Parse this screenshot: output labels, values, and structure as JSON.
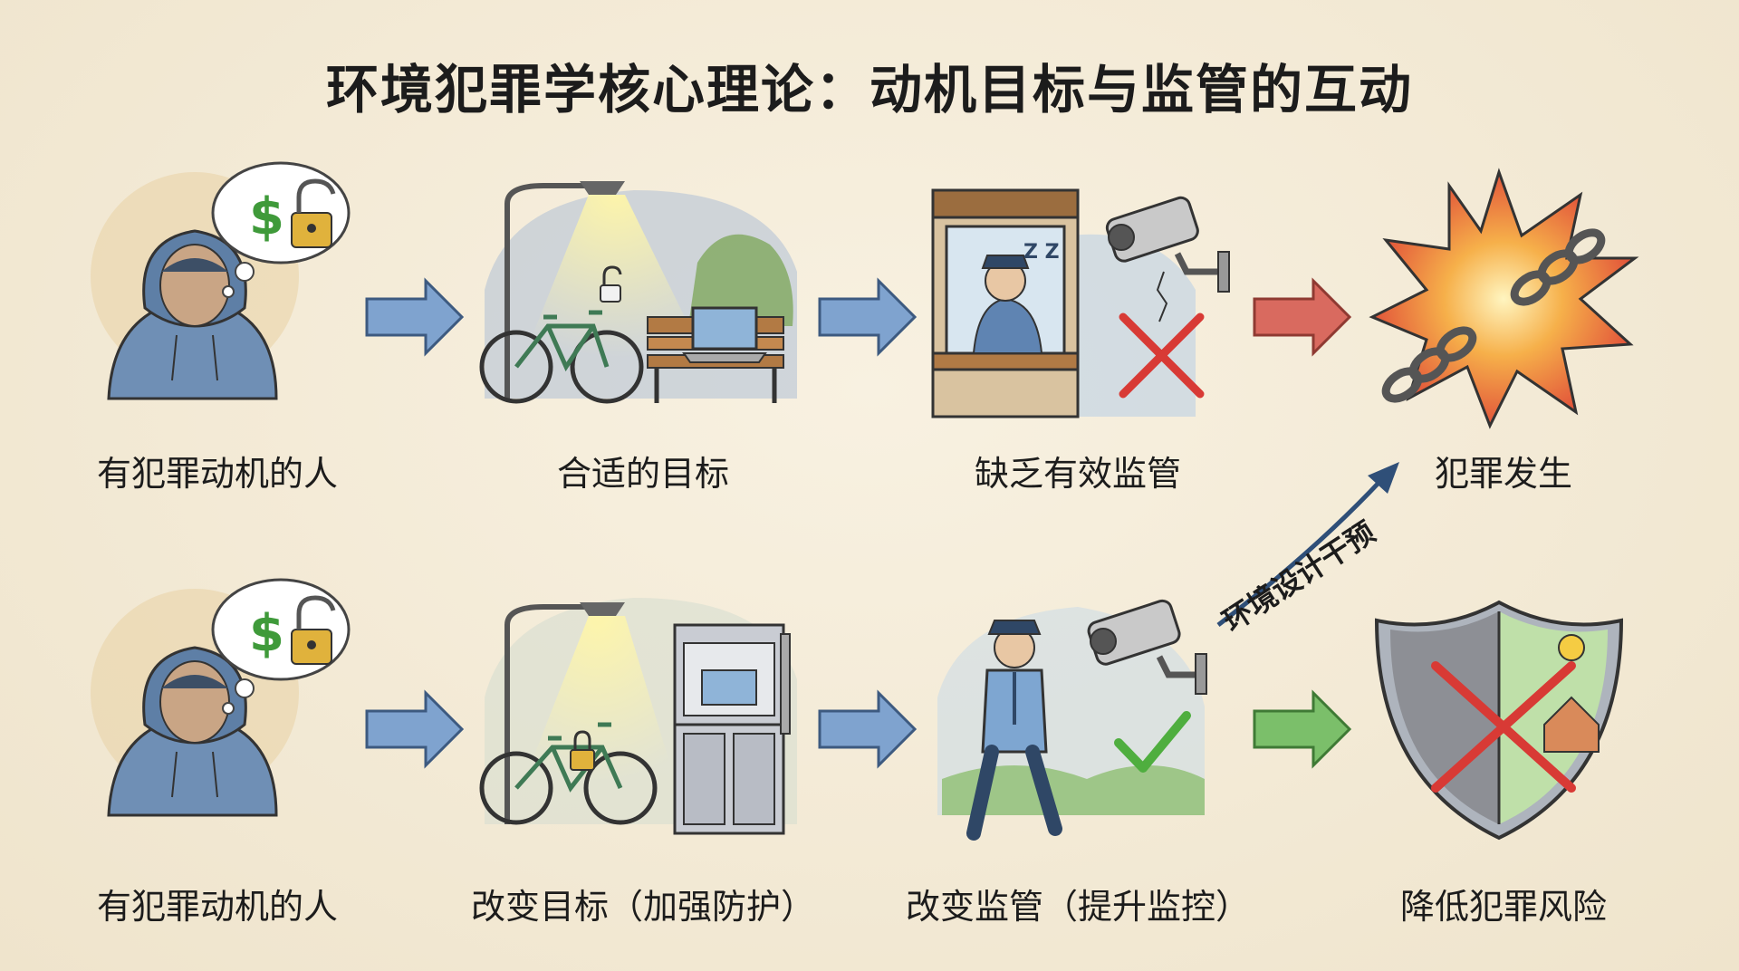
{
  "title": "环境犯罪学核心理论：动机目标与监管的互动",
  "top_row": {
    "offender": "有犯罪动机的人",
    "target": "合适的目标",
    "guardian": "缺乏有效监管",
    "outcome": "犯罪发生"
  },
  "bottom_row": {
    "offender": "有犯罪动机的人",
    "target": "改变目标（加强防护）",
    "guardian": "改变监管（提升监控）",
    "outcome": "降低犯罪风险"
  },
  "intervention_label": "环境设计干预",
  "icons": [
    "dollar-sign",
    "padlock"
  ],
  "colors": {
    "arrow_blue": "#7fa3cf",
    "arrow_red": "#d96a5f",
    "arrow_green": "#7bbf6a",
    "cross_red": "#d83a35",
    "check_green": "#4fae3f"
  }
}
